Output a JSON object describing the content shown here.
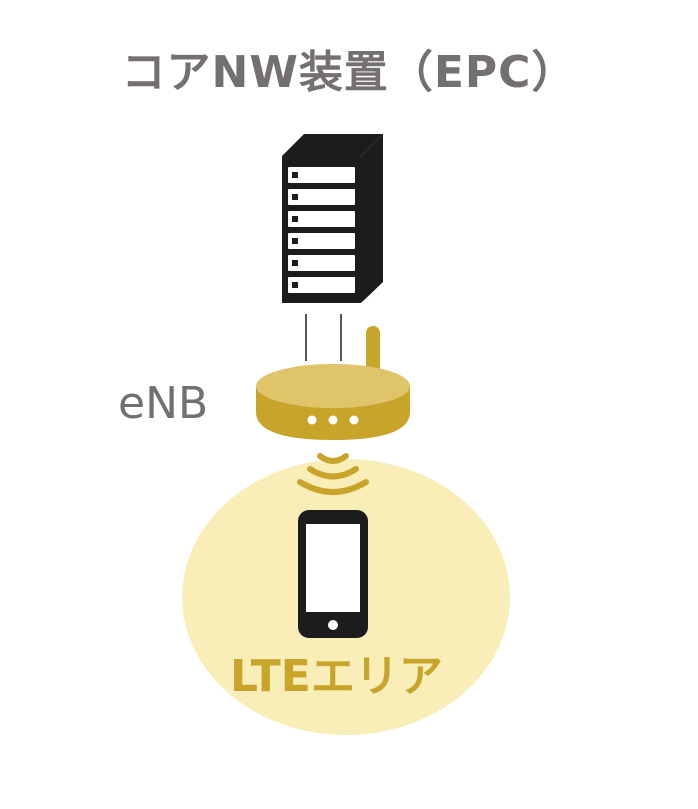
{
  "diagram": {
    "title": "コアNW装置（EPC）",
    "enb_label": "eNB",
    "area_label": "LTEエリア"
  },
  "colors": {
    "text_gray": "#757070",
    "gold": "#c9a42a",
    "gold_light": "#dfc46a",
    "area_fill": "#faeeb8",
    "server": "#1c1c1c"
  },
  "icons": {
    "server": "server-rack-icon",
    "base_station": "router-antenna-icon",
    "signal": "wifi-signal-icon",
    "phone": "smartphone-icon"
  }
}
